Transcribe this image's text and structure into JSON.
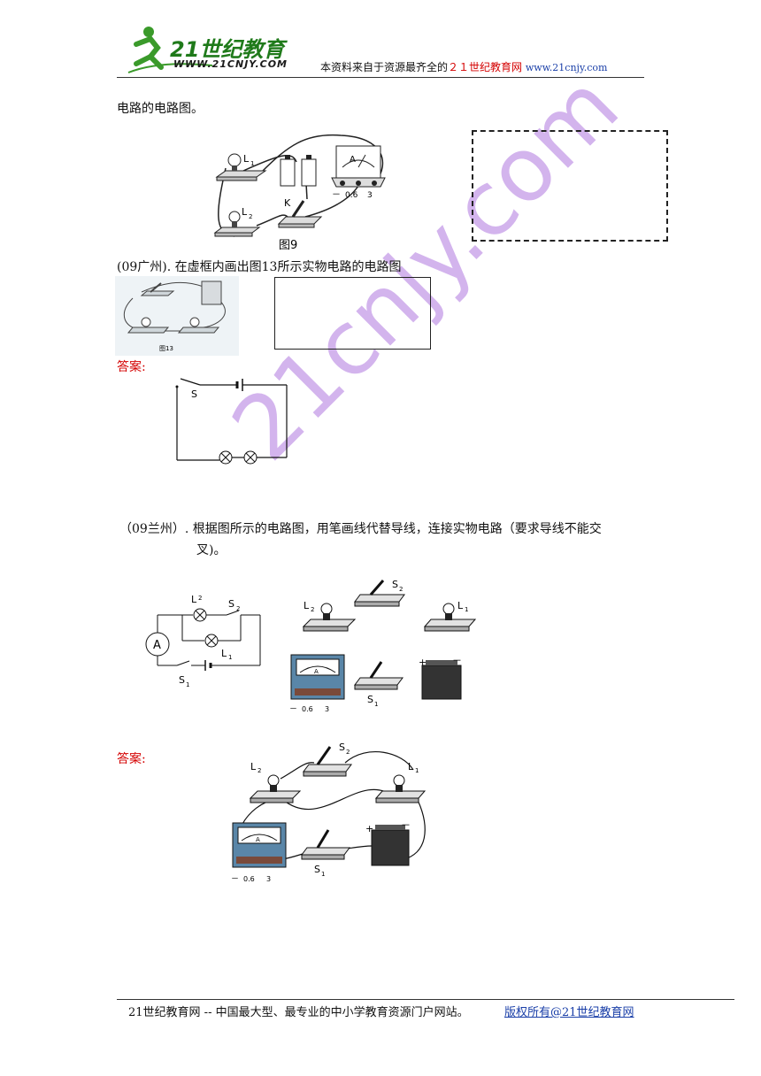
{
  "header": {
    "logo_main": "21世纪教育",
    "logo_url": "WWW.21CNJY.COM",
    "source_prefix": "本资料来自于资源最齐全的",
    "source_site": "２１世纪教育网",
    "source_url": "www.21cnjy.com"
  },
  "section1": {
    "intro": "电路的电路图。",
    "fig_caption": "图9",
    "labels": {
      "l1": "L",
      "l2": "L",
      "k": "K",
      "ammeter": "A",
      "minus": "－",
      "r06": "0.6",
      "r3": "3"
    }
  },
  "section2": {
    "question": "(09广州). 在虚框内画出图13所示实物电路的电路图",
    "fig_caption": "图13",
    "answer_label": "答案:",
    "switch_label": "S"
  },
  "section3": {
    "question_line1": "（09兰州）. 根据图所示的电路图，用笔画线代替导线，连接实物电路（要求导线不能交",
    "question_line2": "叉)。",
    "labels": {
      "l1": "L",
      "l2": "L",
      "s1": "S",
      "s2": "S",
      "a": "A",
      "sub1": "1",
      "sub2": "2",
      "plus": "+",
      "minus": "－",
      "r06": "0.6",
      "r3": "3"
    },
    "answer_label": "答案:"
  },
  "watermark": "21cnjy.com",
  "footer": {
    "left": "21世纪教育网 -- 中国最大型、最专业的中小学教育资源门户网站。",
    "right": "版权所有@21世纪教育网"
  },
  "colors": {
    "answer_red": "#d40000",
    "link_blue": "#1a3fa8",
    "watermark": "#b077e0",
    "logo_green": "#3a9a2a"
  }
}
